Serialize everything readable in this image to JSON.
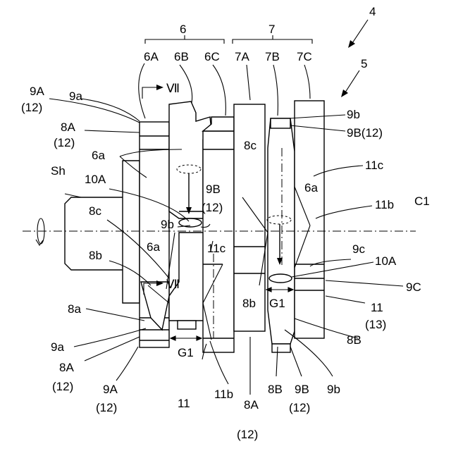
{
  "labels": {
    "fig_ref": "4",
    "ref_5": "5",
    "grp_6": "6",
    "grp_7": "7",
    "l6A": "6A",
    "l6B": "6B",
    "l6C": "6C",
    "l7A": "7A",
    "l7B": "7B",
    "l7C": "7C",
    "sec_top": "Ⅶ",
    "sec_bot": "Ⅶ",
    "l9A_top": "9A",
    "l12_9A_top": "(12)",
    "l9a_top": "9a",
    "l8A_top": "8A",
    "l12_8A_top": "(12)",
    "l6a_left": "6a",
    "l10A_left": "10A",
    "lSh": "Sh",
    "l8c_left": "8c",
    "l6a_mid": "6a",
    "l8b_left": "8b",
    "l8a": "8a",
    "l9a_bot": "9a",
    "l8A_bot": "8A",
    "l12_8A_bot": "(12)",
    "l9A_bot": "9A",
    "l12_9A_bot": "(12)",
    "lG1_left": "G1",
    "l11_bot": "11",
    "l11b_bot": "11b",
    "l8A_center": "8A",
    "l12_center": "(12)",
    "l9b_mid": "9b",
    "l9B_mid": "9B",
    "l12_9B_mid": "(12)",
    "l11c_mid": "11c",
    "l8c_right": "8c",
    "l6a_right": "6a",
    "l8b_right": "8b",
    "lG1_right": "G1",
    "l9b_tr": "9b",
    "l9B_tr": "9B(12)",
    "l11c_r": "11c",
    "l11b_r": "11b",
    "lC1": "C1",
    "l9c": "9c",
    "l10A_r": "10A",
    "l9C": "9C",
    "l11_r": "11",
    "l13": "(13)",
    "l8B_r": "8B",
    "l9b_br": "9b",
    "l8B_b": "8B",
    "l9B_b": "9B",
    "l12_9B_b": "(12)"
  }
}
